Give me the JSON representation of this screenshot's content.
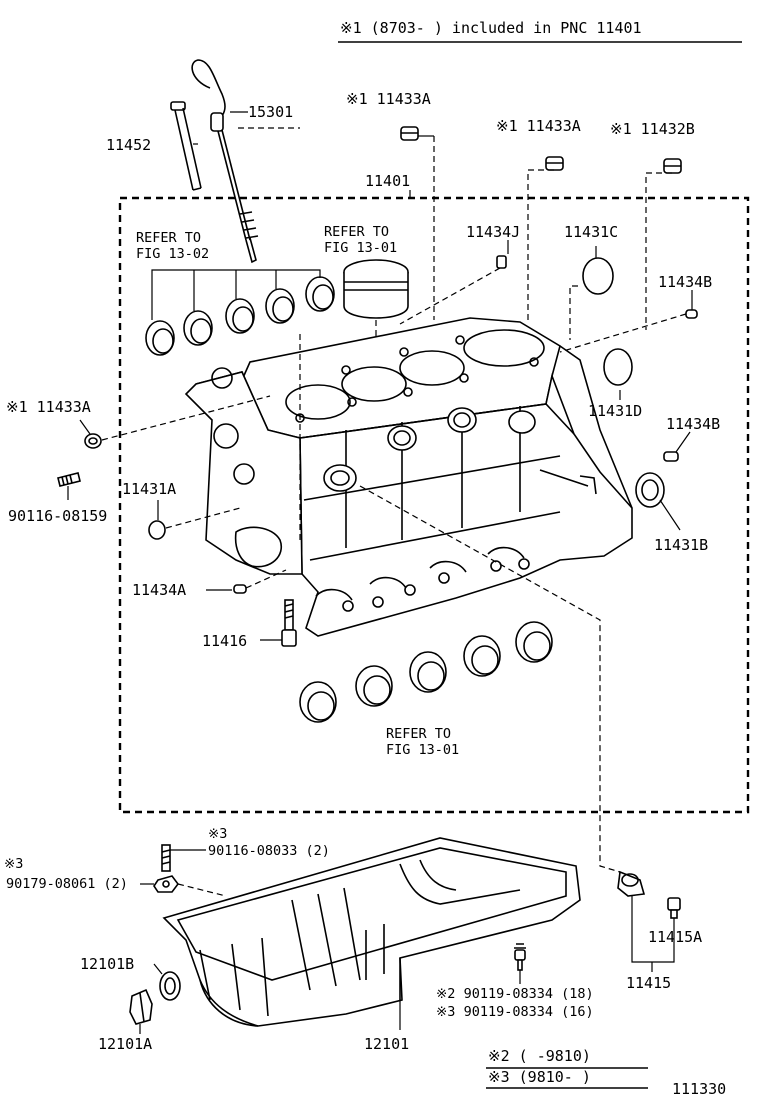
{
  "header_note": "※1 (8703-    ) included in PNC 11401",
  "illustration_number": "111330",
  "labels": {
    "p11433A_top": "※1 11433A",
    "p11433A_mid": "※1 11433A",
    "p11432B": "※1 11432B",
    "p11433A_left": "※1 11433A",
    "p15301": "15301",
    "p11452": "11452",
    "p11401": "11401",
    "p11434J": "11434J",
    "p11431C": "11431C",
    "p11434B_1": "11434B",
    "p11434B_2": "11434B",
    "p11431D": "11431D",
    "p11431A": "11431A",
    "p11431B": "11431B",
    "p90116_08159": "90116-08159",
    "p11434A": "11434A",
    "p11416": "11416",
    "p11415A": "11415A",
    "p11415": "11415",
    "p12101B": "12101B",
    "p12101A": "12101A",
    "p12101": "12101",
    "note3_a": "※3",
    "p90116_08033": "90116-08033 (2)",
    "note3_b": "※3",
    "p90179_08061": "90179-08061 (2)",
    "p90119_18": "※2 90119-08334 (18)",
    "p90119_16": "※3 90119-08334 (16)"
  },
  "refer_upper_left": [
    "REFER TO",
    "FIG 13-02"
  ],
  "refer_upper_piston": [
    "REFER TO",
    "FIG 13-01"
  ],
  "refer_lower": [
    "REFER TO",
    "FIG 13-01"
  ],
  "legend": {
    "note2": "※2 (     -9810)",
    "note3": "※3 (9810-     )"
  }
}
